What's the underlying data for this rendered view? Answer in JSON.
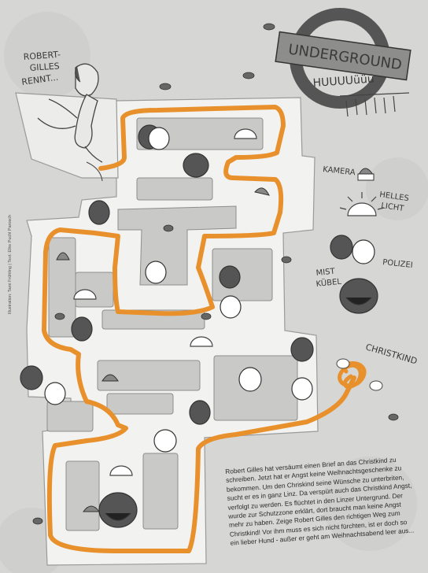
{
  "labels": {
    "dog_caption_1": "ROBERT-",
    "dog_caption_2": "GILLES",
    "dog_caption_3": "RENNT...",
    "sign_word": "UNDERGROUND",
    "sign_sound": "HUUUUüüü",
    "camera": "KAMERA",
    "bright_light_1": "HELLES",
    "bright_light_2": "LICHT",
    "police": "POLIZEI",
    "bin_1": "MIST",
    "bin_2": "KÜBEL",
    "christkind": "CHRISTKIND"
  },
  "story": "Robert Gilles hat versäumt einen Brief an das Christkind zu schreiben. Jetzt hat er Angst keine Weihnachtsgeschenke zu bekommen. Um den Chriskind seine Wünsche zu unterbriten, sucht er es in ganz Linz. Da verspürt auch das Christkind Angst, verfolgt zu werden. Es flüchtet in den Linzer Untergrund. Der wurde zur Schutzzone erklärt, dort braucht man keine Angst mehr zu haben. Zeige Robert Gilles den richtigen Weg zum Christkind! Vor ihm muss es sich nicht fürchten, ist er doch so ein lieber Hund - außer er geht am Weihnachtsabend leer aus...",
  "credit": "Illustration: Tami Frühling | Text: Elke Puchl Parosch",
  "colors": {
    "background": "#d6d6d4",
    "maze_floor": "#f2f2f0",
    "maze_walls": "#c9c9c7",
    "path": "#e8912c",
    "ink": "#3a3a3a"
  },
  "icons": [
    "dog-icon",
    "mouse-icon",
    "camera-icon",
    "lamp-icon",
    "trash-bin-icon",
    "police-icon",
    "angel-icon",
    "underground-sign-icon"
  ]
}
